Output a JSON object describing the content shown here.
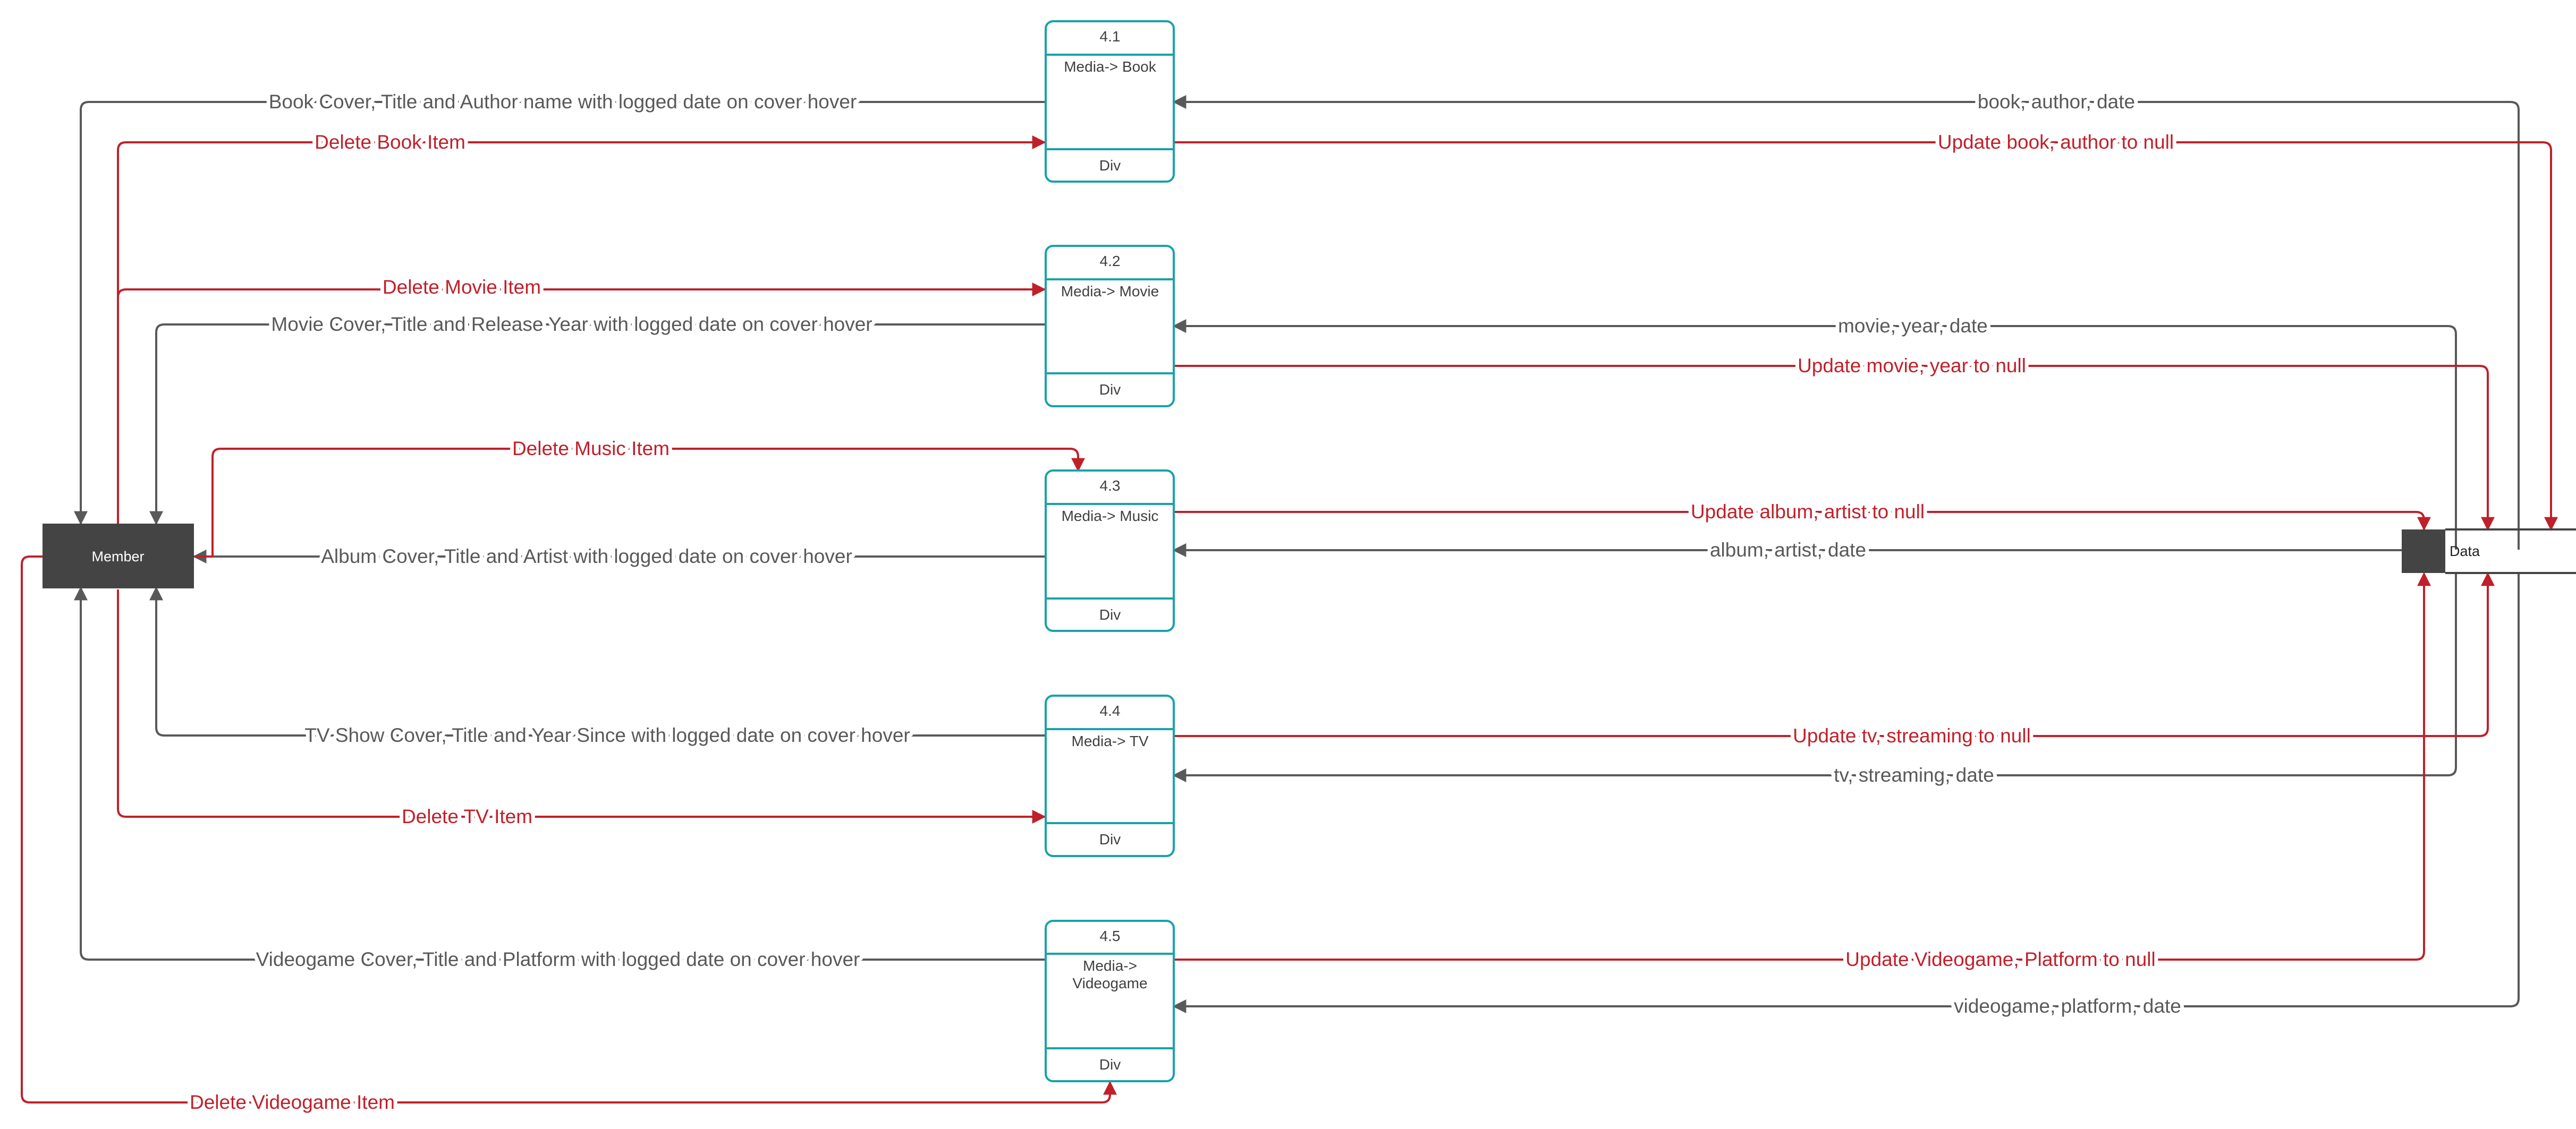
{
  "colors": {
    "gray": "#595959",
    "red": "#c0202a",
    "teal": "#17a3a8",
    "entity_fill": "#444444",
    "process_text": "#404040"
  },
  "entities": {
    "member": "Member",
    "data_store": "Data"
  },
  "processes": [
    {
      "id": "4.1",
      "title": "Media-> Book",
      "footer": "Div"
    },
    {
      "id": "4.2",
      "title": "Media-> Movie",
      "footer": "Div"
    },
    {
      "id": "4.3",
      "title": "Media-> Music",
      "footer": "Div"
    },
    {
      "id": "4.4",
      "title": "Media-> TV",
      "footer": "Div"
    },
    {
      "id": "4.5",
      "title": "Media->",
      "title2": "Videogame",
      "footer": "Div"
    }
  ],
  "flows": {
    "book_cover": "Book Cover, Title and Author name with logged date on cover hover",
    "delete_book": "Delete Book Item",
    "book_data": "book, author, date",
    "update_book": "Update book, author to null",
    "delete_movie": "Delete Movie Item",
    "movie_cover": "Movie Cover, Title and Release Year with logged date on cover hover",
    "movie_data": "movie, year, date",
    "update_movie": "Update movie, year to null",
    "delete_music": "Delete Music Item",
    "album_cover": "Album Cover, Title and Artist with logged date on cover hover",
    "update_album": "Update album, artist to null",
    "album_data": "album, artist, date",
    "tv_cover": "TV Show Cover, Title and Year Since with logged date on cover hover",
    "update_tv": "Update tv, streaming to null",
    "tv_data": "tv, streaming, date",
    "delete_tv": "Delete TV Item",
    "videogame_cover": "Videogame Cover, Title and Platform with logged date on cover hover",
    "update_videogame": "Update Videogame, Platform to null",
    "videogame_data": "videogame, platform, date",
    "delete_videogame": "Delete Videogame Item"
  }
}
